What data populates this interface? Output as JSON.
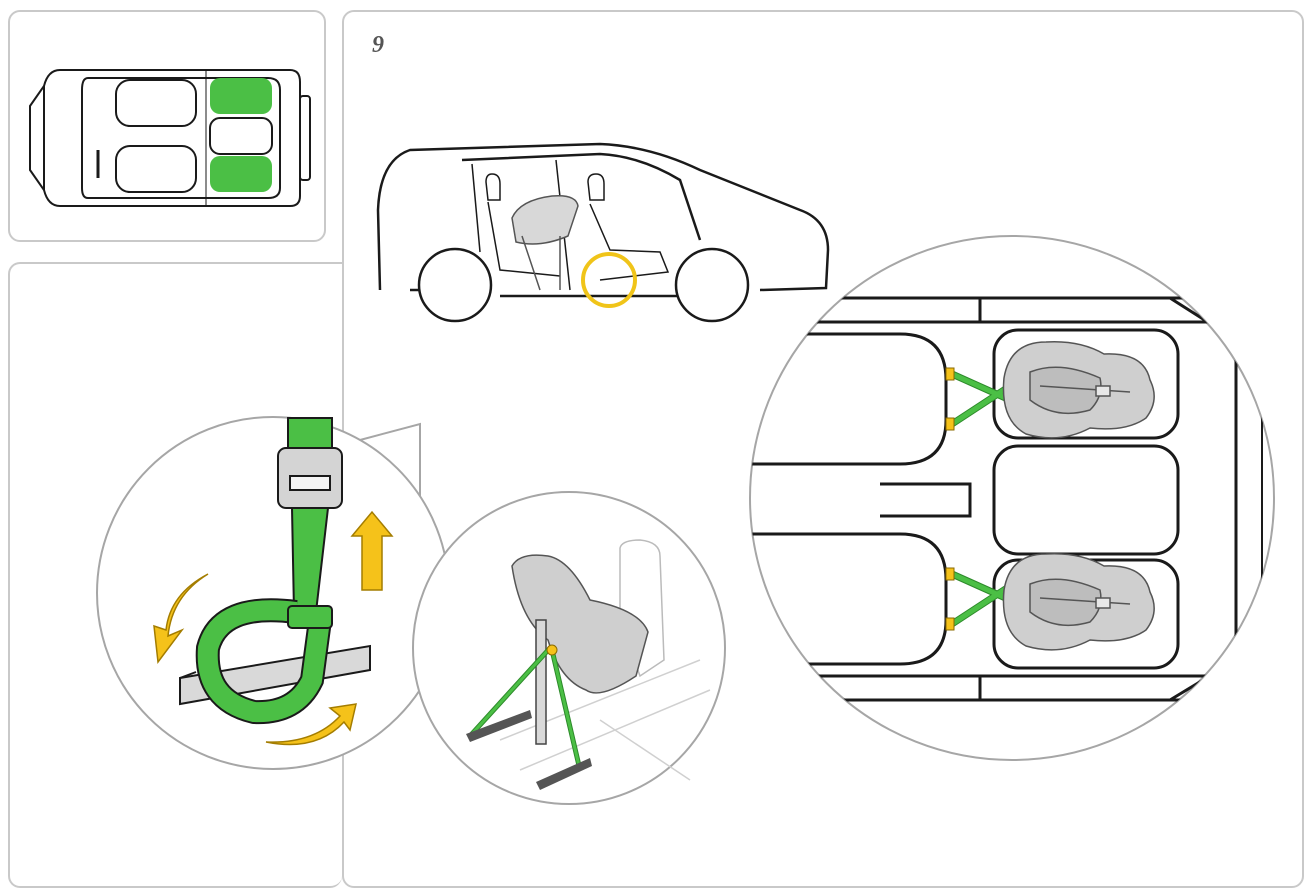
{
  "step": {
    "number": "9"
  },
  "colors": {
    "strap_green": "#4bbf45",
    "strap_dark": "#2d8a2a",
    "arrow_yellow": "#f5c21a",
    "highlight_ring": "#f0c419",
    "seat_gray": "#cfcfcf",
    "outline": "#1a1a1a",
    "panel_border": "#c9c9c9"
  },
  "overview": {
    "highlighted_positions": [
      "rear-left",
      "rear-right"
    ],
    "icon": "car-top-view-icon"
  },
  "illustrations": [
    {
      "name": "car-side-view-icon"
    },
    {
      "name": "strap-loop-detail-icon"
    },
    {
      "name": "seat-with-straps-icon"
    },
    {
      "name": "top-view-two-seats-icon"
    }
  ]
}
